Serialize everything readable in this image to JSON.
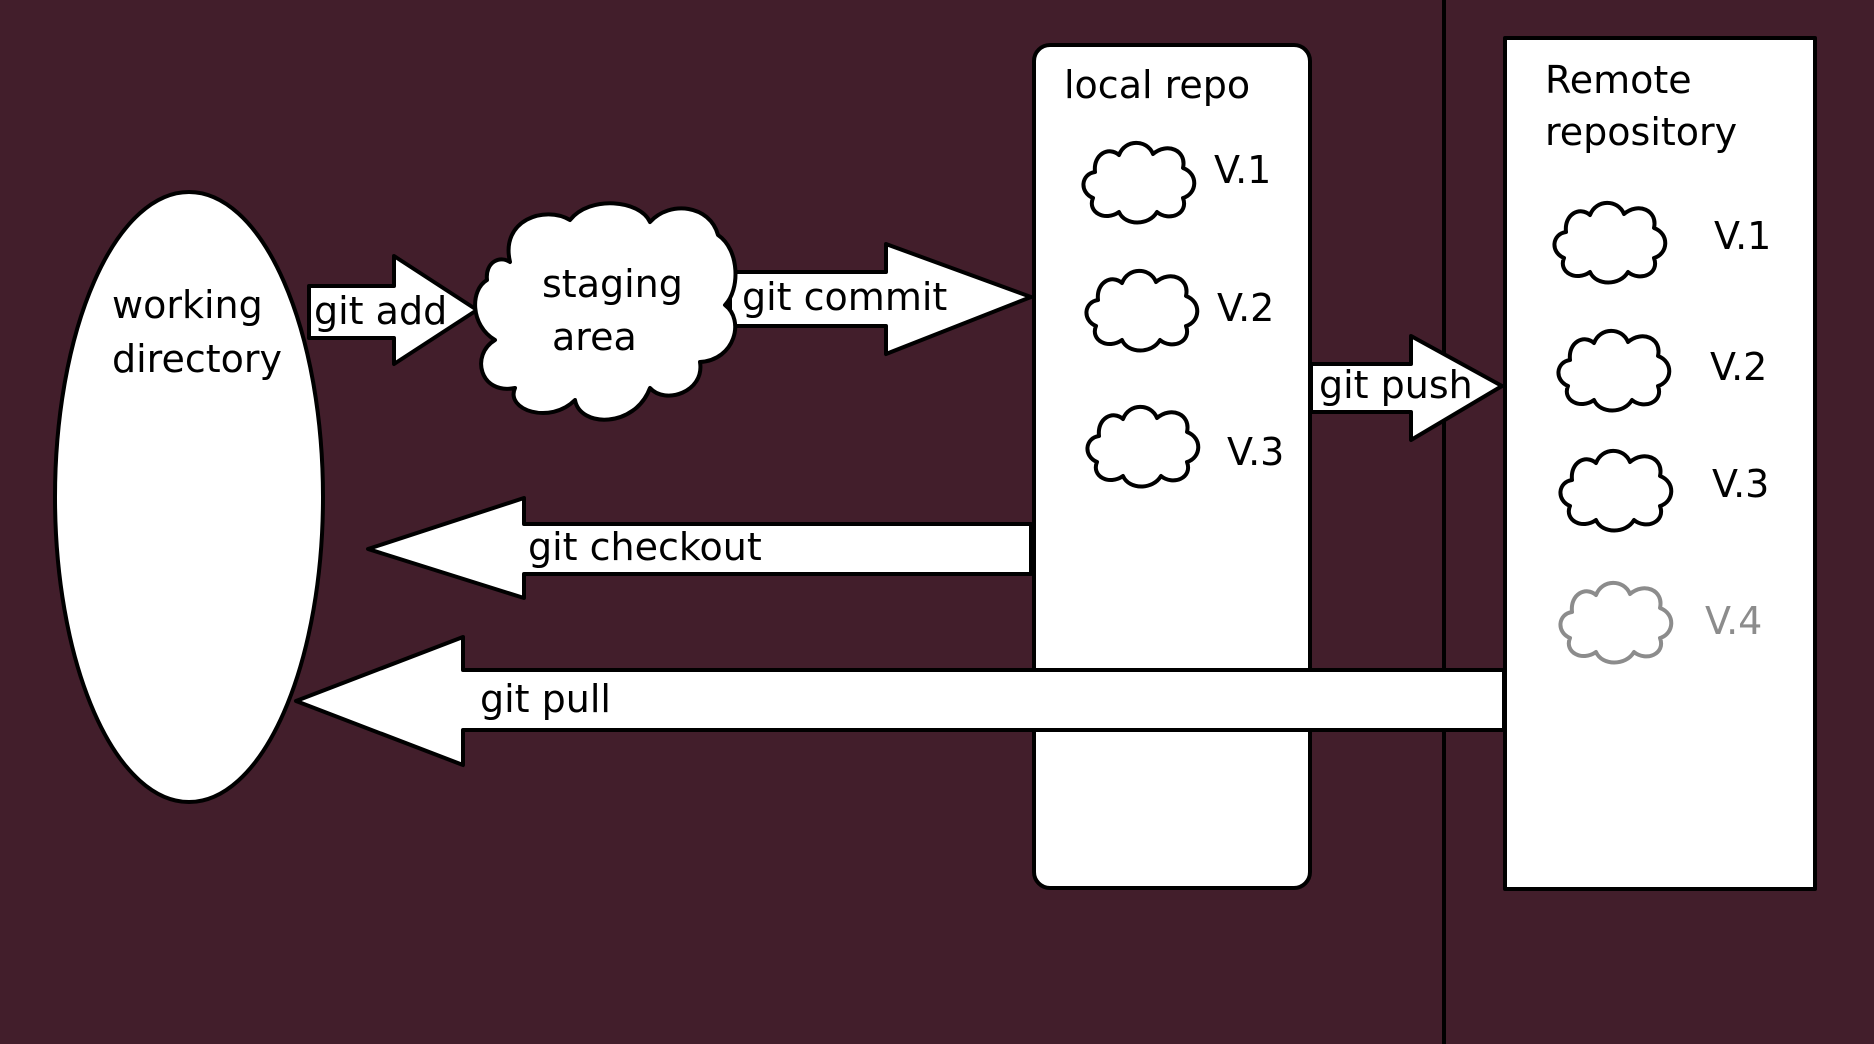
{
  "nodes": {
    "working_directory": {
      "line1": "working",
      "line2": "directory"
    },
    "staging_area": {
      "line1": "staging",
      "line2": "area"
    },
    "local_repo": {
      "title": "local repo",
      "versions": [
        "V.1",
        "V.2",
        "V.3"
      ]
    },
    "remote_repository": {
      "title_line1": "Remote",
      "title_line2": "repository",
      "versions": [
        "V.1",
        "V.2",
        "V.3"
      ],
      "pending_version": "V.4"
    }
  },
  "arrows": {
    "git_add": "git add",
    "git_commit": "git commit",
    "git_push": "git push",
    "git_checkout": "git checkout",
    "git_pull": "git pull"
  },
  "colors": {
    "background": "#421e2b",
    "shape_fill": "#ffffff",
    "outline": "#000000",
    "pending": "#8c8c8c"
  }
}
